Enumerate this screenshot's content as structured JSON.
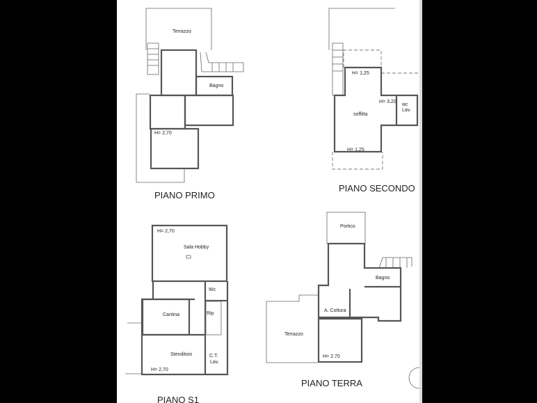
{
  "plans": {
    "primo": {
      "title": "PIANO PRIMO",
      "terrazzo": "Terrazzo",
      "bagno": "Bagno",
      "height": "H= 2,70"
    },
    "secondo": {
      "title": "PIANO SECONDO",
      "h_top": "H= 1,25",
      "h_mid": "H= 3.20",
      "soffitta": "soffitta",
      "wc": "wc",
      "lav": "Lav.",
      "h_bottom": "H= 1,25"
    },
    "s1": {
      "title": "PIANO S1",
      "height_top": "H= 2,70",
      "sala": "Sala Hobby",
      "wc": "Wc",
      "cantina": "Cantina",
      "rip": "Rip",
      "stenditoio": "Stenditoio",
      "ct": "C.T.",
      "lav": "Lav.",
      "height_bottom": "H= 2,70"
    },
    "terra": {
      "title": "PIANO TERRA",
      "portico": "Portico",
      "bagno": "Bagno",
      "cottura": "A. Cottura",
      "terrazzo": "Terrazzo",
      "height": "H= 2.70"
    }
  }
}
